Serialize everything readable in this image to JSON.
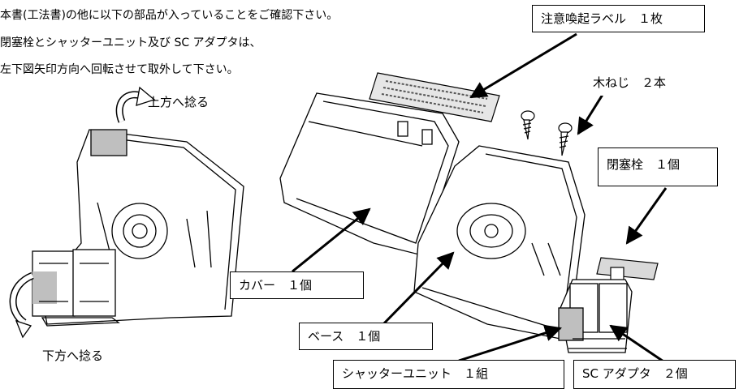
{
  "notes": [
    "本書(工法書)の他に以下の部品が入っていることをご確認下さい。",
    "閉塞栓とシャッターユニット及び SC アダプタは、",
    "左下図矢印方向へ回転させて取外して下さい。"
  ],
  "rotation_labels": {
    "up": "上方へ捻る",
    "down": "下方へ捻る"
  },
  "parts": {
    "caution_label": "注意喚起ラベル　１枚",
    "wood_screw": "木ねじ　２本",
    "plug": "閉塞栓　１個",
    "cover": "カバー　１個",
    "base": "ベース　１個",
    "shutter_unit": "シャッターユニット　１組",
    "sc_adapter": "SC アダプタ　２個"
  }
}
